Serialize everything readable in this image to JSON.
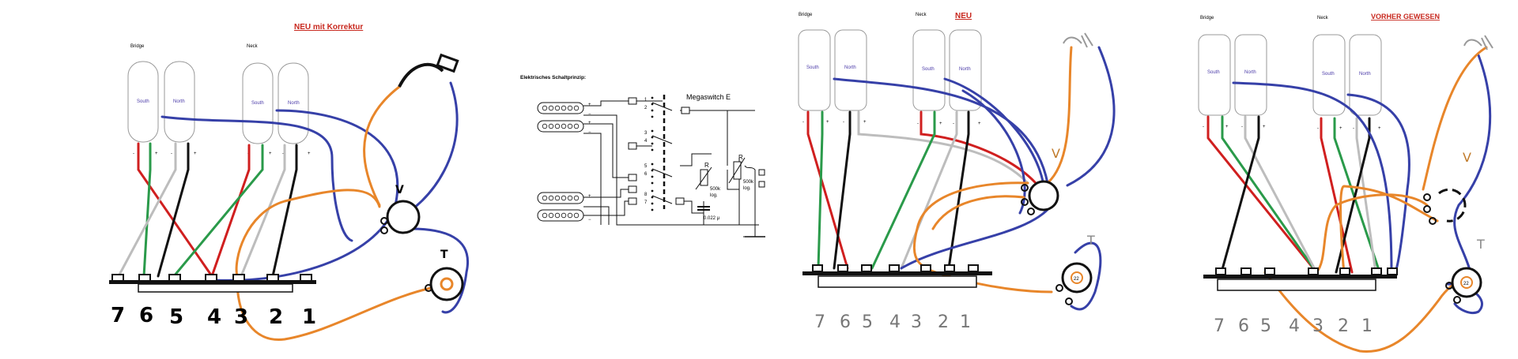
{
  "panel1": {
    "title": "NEU mit Korrektur",
    "bridge_label": "Bridge",
    "neck_label": "Neck",
    "pickups": [
      "South",
      "North",
      "South",
      "North"
    ],
    "pole_marks": [
      "-",
      "+",
      "-",
      "+",
      "-",
      "+",
      "-",
      "+"
    ],
    "pot_labels": {
      "volume": "V",
      "tone": "T"
    },
    "switch_numbers": [
      "7",
      "6",
      "5",
      "4",
      "3",
      "2",
      "1"
    ]
  },
  "panel2": {
    "title": "Elektrisches Schaltprinzip:",
    "switch_name": "Megaswitch E",
    "pot1_label": "R",
    "pot1_value": "500k",
    "pot1_taper": "log.",
    "pot2_label": "R",
    "pot2_value": "500k",
    "pot2_taper": "log.",
    "cap_value": "0.022 μ",
    "lug_numbers": [
      "8",
      "7",
      "6",
      "5",
      "4",
      "3",
      "2",
      "1"
    ],
    "pole_marks": [
      "+",
      "−",
      "+",
      "−",
      "+",
      "−"
    ]
  },
  "panel3": {
    "title": "NEU",
    "bridge_label": "Bridge",
    "neck_label": "Neck",
    "pickups": [
      "South",
      "North",
      "South",
      "North"
    ],
    "pole_marks": [
      "-",
      "+",
      "-",
      "+",
      "-",
      "+",
      "-",
      "+"
    ],
    "pot_labels": {
      "volume": "V",
      "tone": "T"
    },
    "tone_pot_value": "22",
    "switch_numbers": [
      "7",
      "6",
      "5",
      "4",
      "3",
      "2",
      "1"
    ]
  },
  "panel4": {
    "title": "VORHER GEWESEN",
    "bridge_label": "Bridge",
    "neck_label": "Neck",
    "pickups": [
      "South",
      "North",
      "South",
      "North"
    ],
    "pole_marks": [
      "-",
      "+",
      "-",
      "+",
      "-",
      "+",
      "-",
      "+"
    ],
    "pot_labels": {
      "volume": "V",
      "tone": "T"
    },
    "tone_pot_value": "22",
    "switch_numbers": [
      "7",
      "6",
      "5",
      "4",
      "3",
      "2",
      "1"
    ]
  },
  "colors": {
    "red": "#d01f1f",
    "green": "#2a9a4a",
    "grey": "#bdbdbd",
    "black": "#111111",
    "blue": "#3640a8",
    "orange": "#e8862a",
    "title_red": "#c8281e"
  }
}
